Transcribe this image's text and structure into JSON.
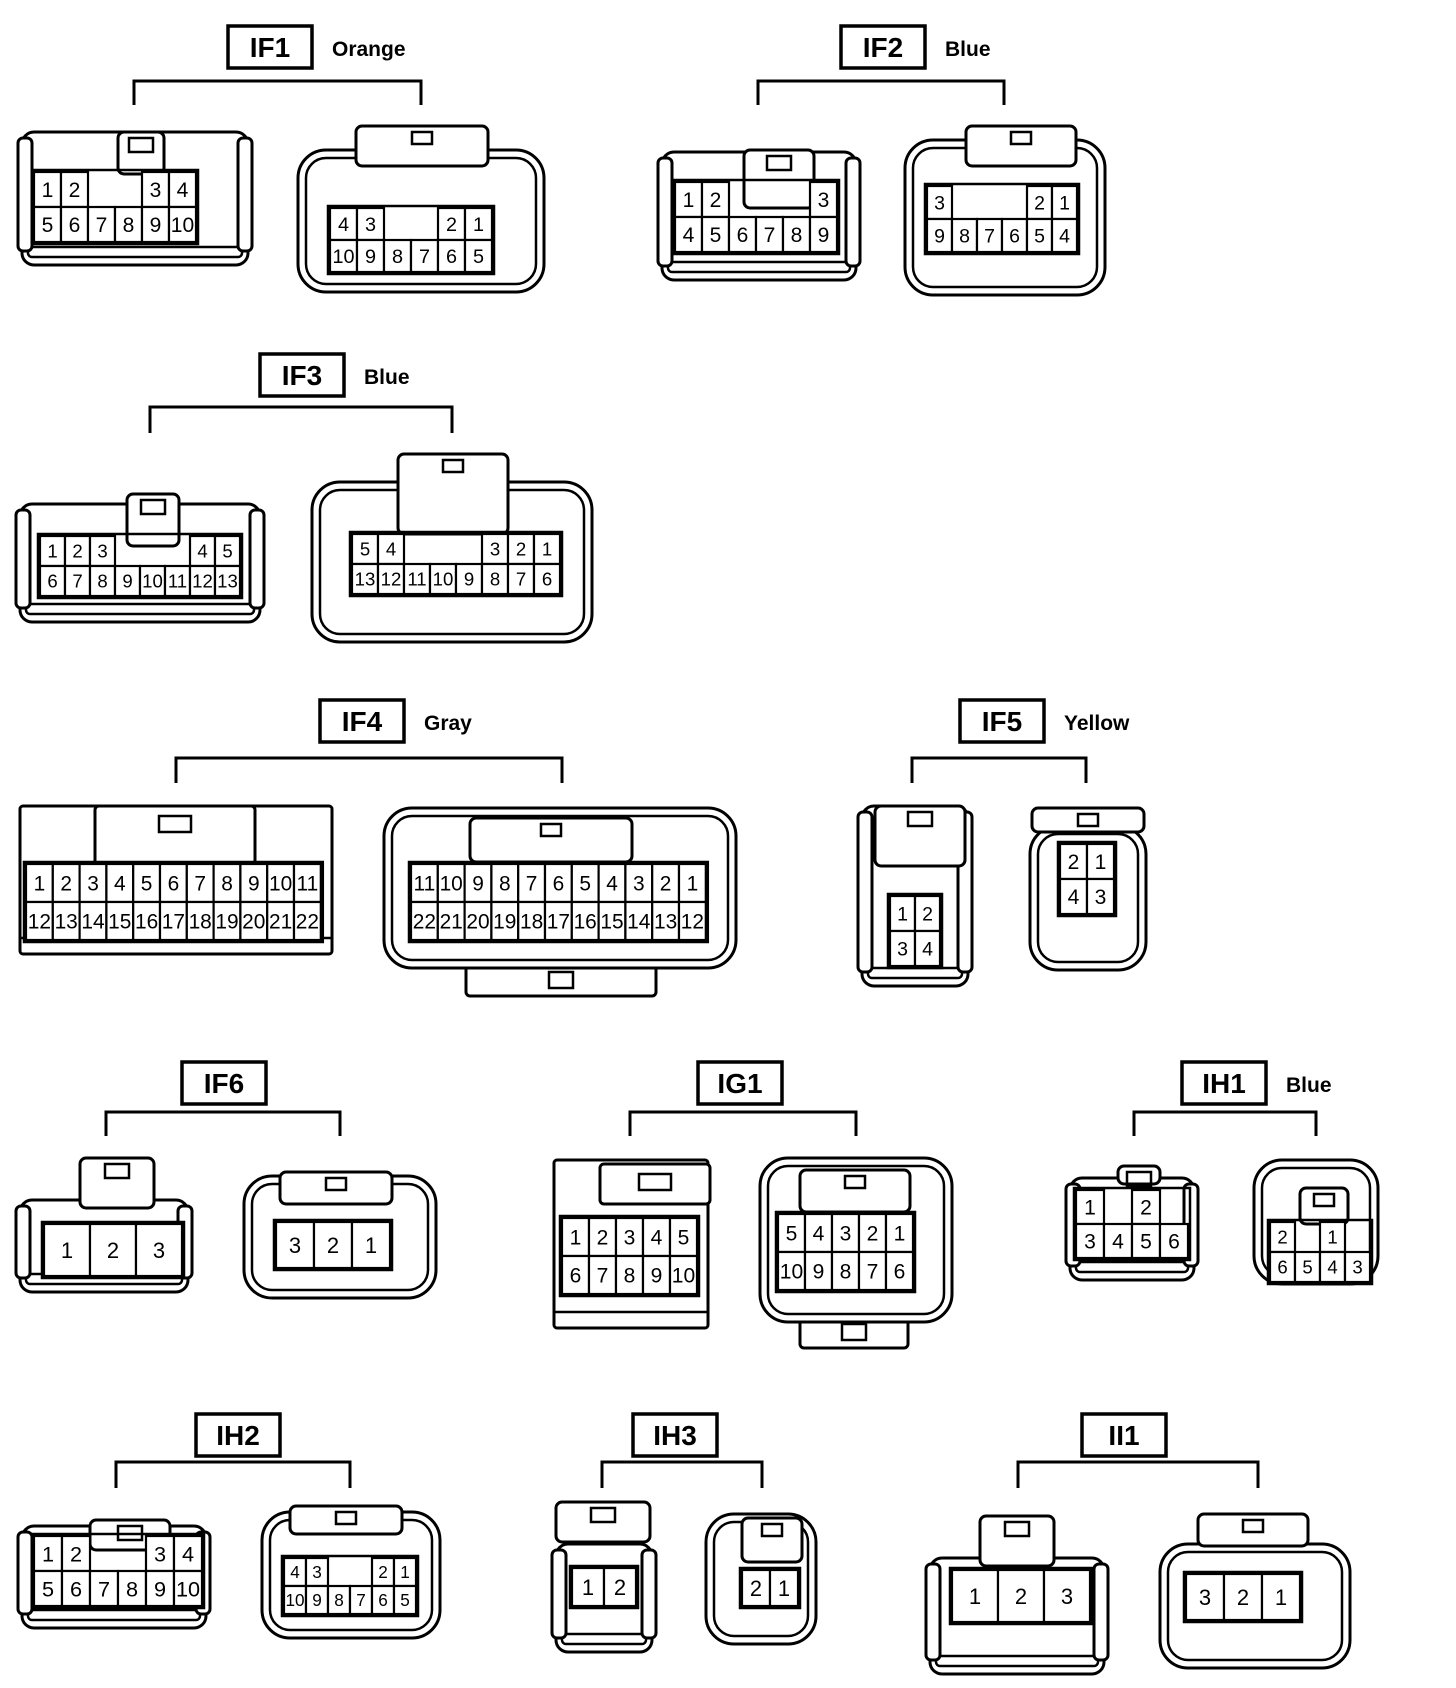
{
  "connectors": [
    {
      "id": "IF1",
      "color": "Orange",
      "male": [
        [
          "1",
          "2",
          "",
          "",
          "3",
          "4"
        ],
        [
          "5",
          "6",
          "7",
          "8",
          "9",
          "10"
        ]
      ],
      "female": [
        [
          "4",
          "3",
          "",
          "",
          "2",
          "1"
        ],
        [
          "10",
          "9",
          "8",
          "7",
          "6",
          "5"
        ]
      ]
    },
    {
      "id": "IF2",
      "color": "Blue",
      "male": [
        [
          "1",
          "2",
          "",
          "",
          "",
          "3"
        ],
        [
          "4",
          "5",
          "6",
          "7",
          "8",
          "9"
        ]
      ],
      "female": [
        [
          "3",
          "",
          "",
          "",
          "2",
          "1"
        ],
        [
          "9",
          "8",
          "7",
          "6",
          "5",
          "4"
        ]
      ]
    },
    {
      "id": "IF3",
      "color": "Blue",
      "male": [
        [
          "1",
          "2",
          "3",
          "",
          "",
          "",
          "4",
          "5"
        ],
        [
          "6",
          "7",
          "8",
          "9",
          "10",
          "11",
          "12",
          "13"
        ]
      ],
      "female": [
        [
          "5",
          "4",
          "",
          "",
          "",
          "3",
          "2",
          "1"
        ],
        [
          "13",
          "12",
          "11",
          "10",
          "9",
          "8",
          "7",
          "6"
        ]
      ]
    },
    {
      "id": "IF4",
      "color": "Gray",
      "male": [
        [
          "1",
          "2",
          "3",
          "4",
          "5",
          "6",
          "7",
          "8",
          "9",
          "10",
          "11"
        ],
        [
          "12",
          "13",
          "14",
          "15",
          "16",
          "17",
          "18",
          "19",
          "20",
          "21",
          "22"
        ]
      ],
      "female": [
        [
          "11",
          "10",
          "9",
          "8",
          "7",
          "6",
          "5",
          "4",
          "3",
          "2",
          "1"
        ],
        [
          "22",
          "21",
          "20",
          "19",
          "18",
          "17",
          "16",
          "15",
          "14",
          "13",
          "12"
        ]
      ]
    },
    {
      "id": "IF5",
      "color": "Yellow",
      "male": [
        [
          "1",
          "2"
        ],
        [
          "3",
          "4"
        ]
      ],
      "female": [
        [
          "2",
          "1"
        ],
        [
          "4",
          "3"
        ]
      ]
    },
    {
      "id": "IF6",
      "color": "",
      "male": [
        [
          "1",
          "2",
          "3"
        ]
      ],
      "female": [
        [
          "3",
          "2",
          "1"
        ]
      ]
    },
    {
      "id": "IG1",
      "color": "",
      "male": [
        [
          "1",
          "2",
          "3",
          "4",
          "5"
        ],
        [
          "6",
          "7",
          "8",
          "9",
          "10"
        ]
      ],
      "female": [
        [
          "5",
          "4",
          "3",
          "2",
          "1"
        ],
        [
          "10",
          "9",
          "8",
          "7",
          "6"
        ]
      ]
    },
    {
      "id": "IH1",
      "color": "Blue",
      "male": [
        [
          "1",
          "",
          "2"
        ],
        [
          "3",
          "4",
          "5",
          "6"
        ]
      ],
      "female": [
        [
          "2",
          "",
          "1"
        ],
        [
          "6",
          "5",
          "4",
          "3"
        ]
      ]
    },
    {
      "id": "IH2",
      "color": "",
      "male": [
        [
          "1",
          "2",
          "",
          "",
          "3",
          "4"
        ],
        [
          "5",
          "6",
          "7",
          "8",
          "9",
          "10"
        ]
      ],
      "female": [
        [
          "4",
          "3",
          "",
          "",
          "2",
          "1"
        ],
        [
          "10",
          "9",
          "8",
          "7",
          "6",
          "5"
        ]
      ]
    },
    {
      "id": "IH3",
      "color": "",
      "male": [
        [
          "1",
          "2"
        ]
      ],
      "female": [
        [
          "2",
          "1"
        ]
      ]
    },
    {
      "id": "II1",
      "color": "",
      "male": [
        [
          "1",
          "2",
          "3"
        ]
      ],
      "female": [
        [
          "3",
          "2",
          "1"
        ]
      ]
    }
  ]
}
